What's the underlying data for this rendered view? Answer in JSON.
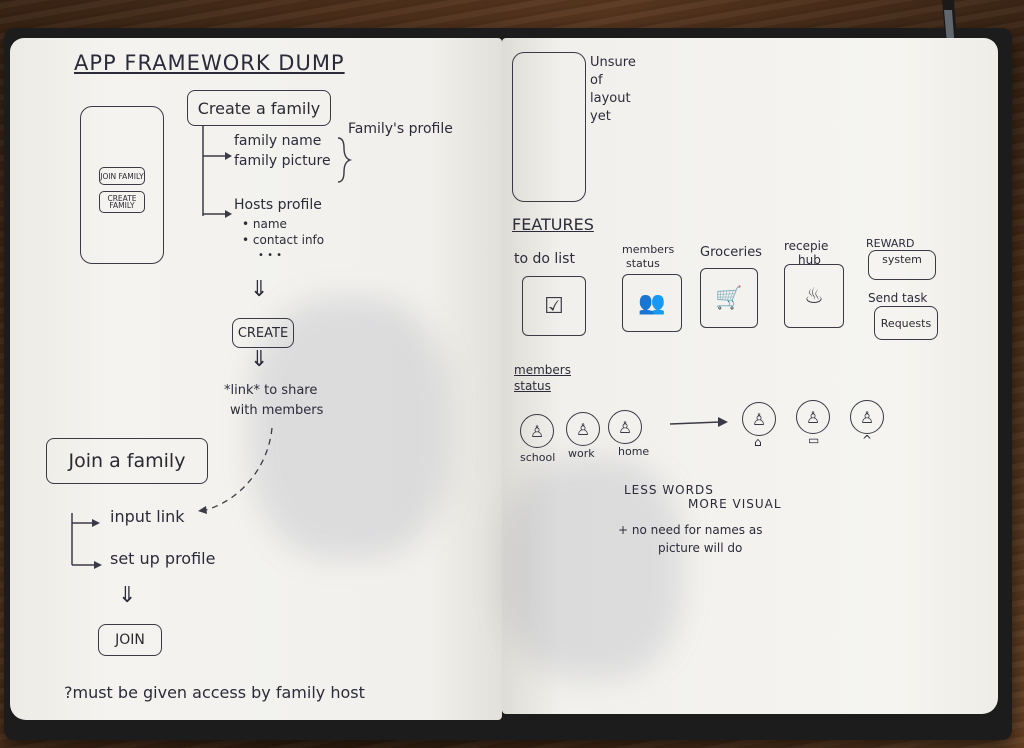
{
  "left_page": {
    "title": "APP FRAMEWORK DUMP",
    "phone_buttons": [
      "JOIN FAMILY",
      "CREATE FAMILY"
    ],
    "create_family": "Create a family",
    "family_fields": [
      "family name",
      "family picture"
    ],
    "family_profile": "Family's profile",
    "hosts_profile": "Hosts profile",
    "host_fields": [
      "• name",
      "• contact info",
      "• • •"
    ],
    "arrow_glyph": "⇓",
    "create_button": "CREATE",
    "share_note_1": "*link* to share",
    "share_note_2": "with members",
    "join_family": "Join a family",
    "join_steps": [
      "input link",
      "set up profile"
    ],
    "join_button": "JOIN",
    "footnote": "?must be given access by family host"
  },
  "right_page": {
    "layout_note": [
      "Unsure",
      "of",
      "layout",
      "yet"
    ],
    "features_heading": "FEATURES",
    "feature_labels": {
      "todo": "to do list",
      "members": [
        "members",
        "status"
      ],
      "groceries": "Groceries",
      "recipe": [
        "recepie",
        "hub"
      ],
      "reward": [
        "REWARD",
        "system"
      ],
      "send_task": [
        "Send task",
        "Requests"
      ]
    },
    "members_status_heading": [
      "members",
      "status"
    ],
    "status_labels": [
      "school",
      "work",
      "home"
    ],
    "notes": [
      "LESS WORDS",
      "MORE VISUAL",
      "+ no need for names as",
      "picture will do"
    ]
  },
  "icons": [
    "checkbox-icon",
    "people-icon",
    "cart-icon",
    "pot-icon",
    "person-icon",
    "arrow-icon"
  ]
}
